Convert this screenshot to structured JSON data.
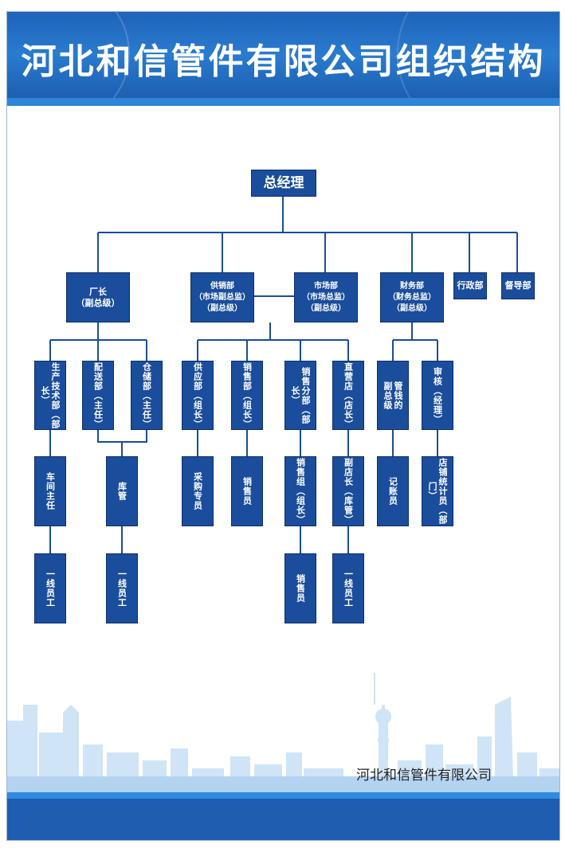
{
  "title": "河北和信管件有限公司组织结构",
  "company": "河北和信管件有限公司",
  "colors": {
    "box": "#1a4d9c",
    "line": "#1a4d9c",
    "header": "#1d63b8"
  },
  "nodes": {
    "gm": "总经理",
    "factory": "厂长\n（副总级）",
    "supply": "供销部\n（市场副总监）\n（副总级）",
    "market": "市场部\n（市场总监）\n（副总级）",
    "finance": "财务部\n（财务总监）\n（副总级）",
    "admin": "行政部",
    "supervise": "督导部",
    "prod": "生产技术部（部长）",
    "dist": "配送部（主任）",
    "store": "仓储部（主任）",
    "supplyd": "供应部（组长）",
    "salesd": "销售部（组长）",
    "salesbr": "销售分部（部长）",
    "direct": "直营店（店长）",
    "vp": "副总级",
    "money": "管钱的",
    "audit": "审核（经理）",
    "workshop": "车间主任",
    "keeper": "库管",
    "buyer": "采购专员",
    "seller1": "销售员",
    "salesgrp": "销售组（组长）",
    "deputy": "副店长（库管）",
    "clerk": "记账员",
    "stat": "店铺统计员（部门）",
    "w1": "一线员工",
    "w2": "一线员工",
    "seller2": "销售员",
    "w3": "一线员工"
  }
}
